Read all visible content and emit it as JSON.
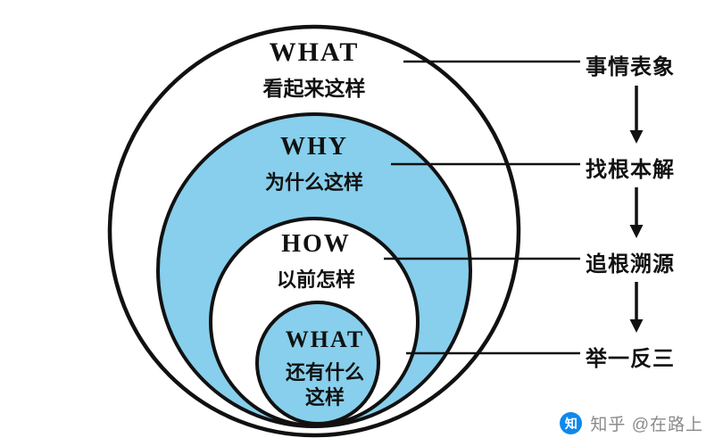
{
  "diagram": {
    "rings": [
      {
        "title": "WHAT",
        "subtitle": "看起来这样",
        "side_label": "事情表象"
      },
      {
        "title": "WHY",
        "subtitle": "为什么这样",
        "side_label": "找根本解"
      },
      {
        "title": "HOW",
        "subtitle": "以前怎样",
        "side_label": "追根溯源"
      },
      {
        "title": "WHAT",
        "subtitle_line1": "还有什么",
        "subtitle_line2": "这样",
        "side_label": "举一反三"
      }
    ],
    "colors": {
      "ring_blue": "#87CFEC",
      "ring_white": "#ffffff",
      "stroke": "#111111"
    }
  },
  "watermark": {
    "logo_char": "知",
    "text": "知乎 @在路上",
    "brand_color": "#0f88eb"
  }
}
